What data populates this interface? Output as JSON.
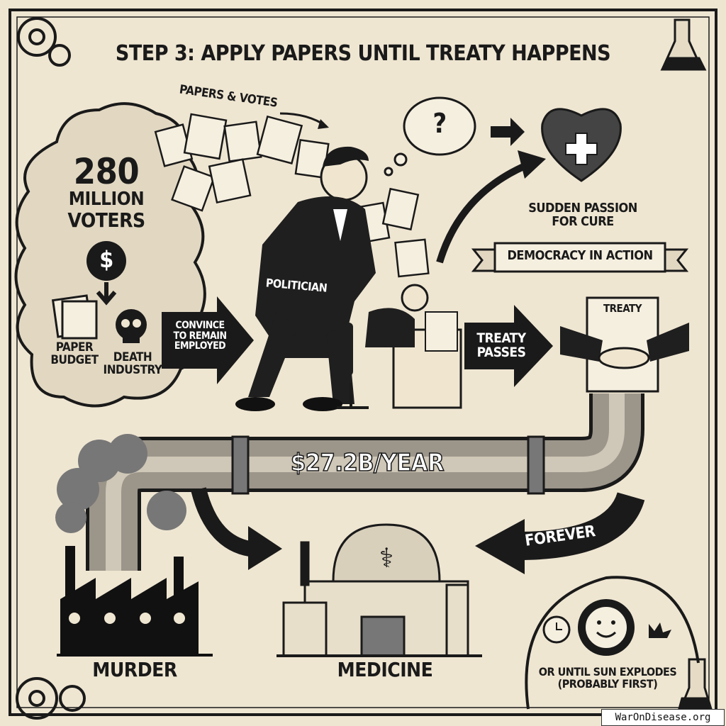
{
  "title": "STEP 3: APPLY PAPERS UNTIL TREATY HAPPENS",
  "papers_label": "PAPERS & VOTES",
  "voters": {
    "count": "280",
    "line1": "MILLION",
    "line2": "VOTERS",
    "dollar": "$"
  },
  "paper_budget": {
    "line1": "PAPER",
    "line2": "BUDGET"
  },
  "death_industry": {
    "line1": "DEATH",
    "line2": "INDUSTRY"
  },
  "convince_arrow": {
    "line1": "CONVINCE",
    "line2": "TO REMAIN",
    "line3": "EMPLOYED"
  },
  "politician_label": "POLITICIAN",
  "thought": "?",
  "passion": {
    "line1": "SUDDEN PASSION",
    "line2": "FOR CURE"
  },
  "banner": "DEMOCRACY IN ACTION",
  "treaty_arrow": {
    "line1": "TREATY",
    "line2": "PASSES"
  },
  "treaty_doc": "TREATY",
  "pipe_label": "$27.2B/YEAR",
  "forever": "FOREVER",
  "murder": "MURDER",
  "medicine": "MEDICINE",
  "sun": {
    "line1": "OR UNTIL SUN EXPLODES",
    "line2": "(PROBABLY FIRST)"
  },
  "watermark": "WarOnDisease.org",
  "colors": {
    "paper": "#efe6d2",
    "ink": "#1a1a1a"
  }
}
